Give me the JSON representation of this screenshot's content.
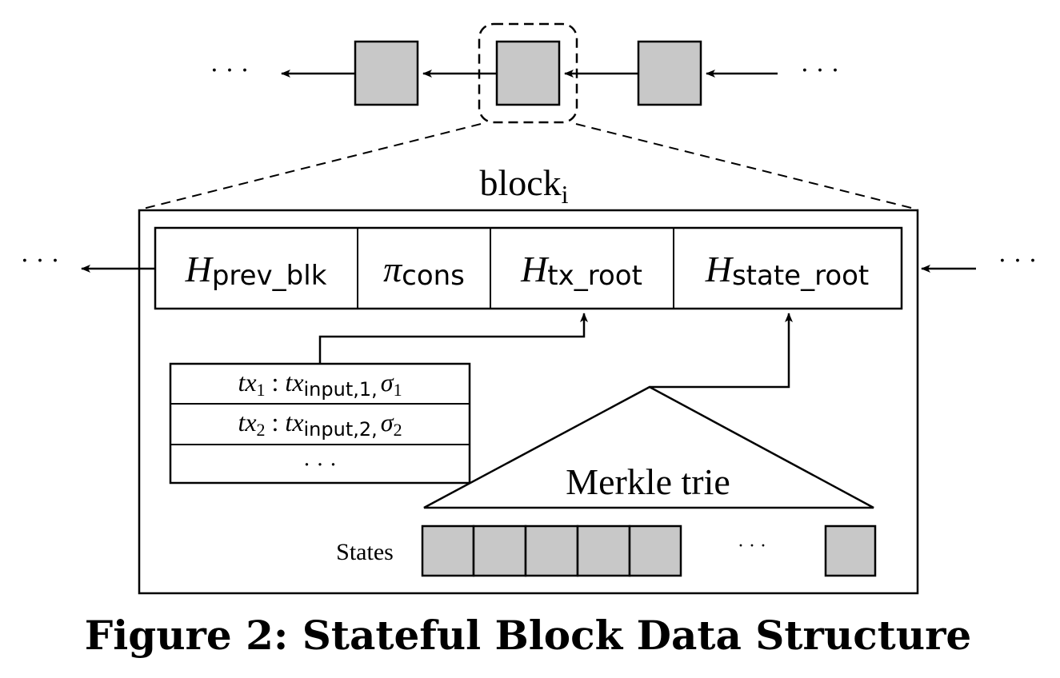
{
  "colors": {
    "block_fill": "#c8c8c8",
    "stroke": "#000000",
    "background": "#ffffff"
  },
  "chain": {
    "left_ellipsis": "· · ·",
    "right_ellipsis": "· · ·",
    "block_count": 3,
    "highlighted_block_index": 1
  },
  "block": {
    "label_main": "block",
    "label_sub": "i",
    "left_ellipsis": "· · ·",
    "right_ellipsis": "· · ·",
    "header": {
      "prev_blk": {
        "main": "H",
        "sub": "prev_blk"
      },
      "cons": {
        "main": "π",
        "sub": "cons"
      },
      "tx_root": {
        "main": "H",
        "sub": "tx_root"
      },
      "state_root": {
        "main": "H",
        "sub": "state_root"
      }
    },
    "transactions": {
      "rows": [
        {
          "tx": "tx",
          "tx_idx": "1",
          "colon": ":",
          "input": "tx",
          "input_sub": "input,1,",
          "sig": "σ",
          "sig_idx": "1"
        },
        {
          "tx": "tx",
          "tx_idx": "2",
          "colon": ":",
          "input": "tx",
          "input_sub": "input,2,",
          "sig": "σ",
          "sig_idx": "2"
        }
      ],
      "ellipsis": "· · ·"
    },
    "merkle_label": "Merkle trie",
    "states_label": "States",
    "states_ellipsis": "· · ·",
    "state_cells": 6
  },
  "caption": "Figure 2: Stateful Block Data Structure"
}
